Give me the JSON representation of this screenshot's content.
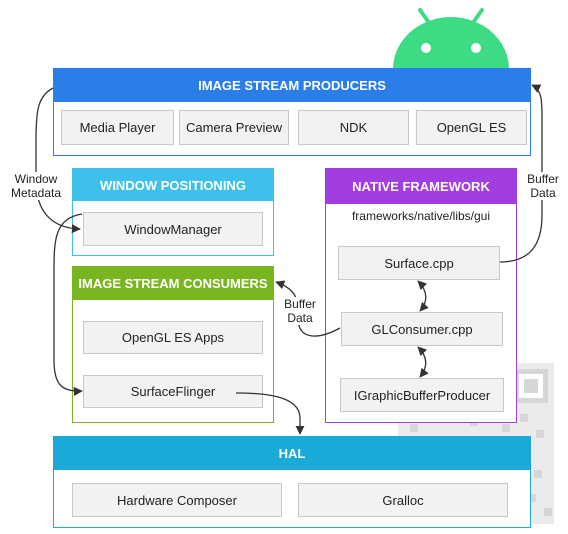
{
  "colors": {
    "producers": "#2b7de9",
    "windowing": "#3ec0ea",
    "consumers": "#78b521",
    "native": "#a23de0",
    "hal": "#1ba9d8",
    "android": "#3ddc84"
  },
  "producers": {
    "title": "IMAGE STREAM PRODUCERS",
    "items": [
      "Media Player",
      "Camera Preview",
      "NDK",
      "OpenGL ES"
    ]
  },
  "window_positioning": {
    "title": "WINDOW POSITIONING",
    "items": [
      "WindowManager"
    ]
  },
  "consumers": {
    "title": "IMAGE STREAM CONSUMERS",
    "items": [
      "OpenGL ES Apps",
      "SurfaceFlinger"
    ]
  },
  "native_framework": {
    "title": "NATIVE FRAMEWORK",
    "path": "frameworks/native/libs/gui",
    "items": [
      "Surface.cpp",
      "GLConsumer.cpp",
      "IGraphicBufferProducer"
    ]
  },
  "hal": {
    "title": "HAL",
    "items": [
      "Hardware Composer",
      "Gralloc"
    ]
  },
  "labels": {
    "window_metadata": [
      "Window",
      "Metadata"
    ],
    "buffer_data_right": [
      "Buffer",
      "Data"
    ],
    "buffer_data_mid": [
      "Buffer",
      "Data"
    ]
  },
  "icons": [
    "android-robot-icon",
    "qr-code-icon"
  ]
}
